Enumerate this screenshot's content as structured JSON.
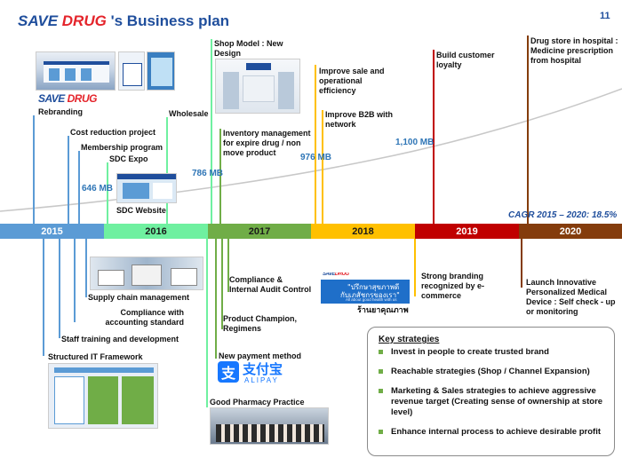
{
  "page": {
    "number": "11",
    "title_brand": "SAVE DRUG",
    "title_suffix": "'s Business plan",
    "caption_logo": "SAVE DRUG",
    "cagr": "CAGR 2015 – 2020: 18.5%"
  },
  "colors": {
    "brand_blue": "#1f4e9c",
    "brand_red": "#e4242b",
    "mb_blue": "#2e75b6",
    "y2015": "#5b9bd5",
    "y2016": "#6ff0a0",
    "y2017": "#70ad47",
    "y2018": "#ffc000",
    "y2019": "#c00000",
    "y2020": "#843c0c"
  },
  "years": [
    "2015",
    "2016",
    "2017",
    "2018",
    "2019",
    "2020"
  ],
  "revenue": [
    "646 MB",
    "786 MB",
    "976 MB",
    "1,100 MB"
  ],
  "top_labels": {
    "rebranding": "Rebranding",
    "cost_reduction": "Cost reduction project",
    "membership": "Membership program",
    "sdc_expo": "SDC Expo",
    "sdc_website": "SDC Website",
    "wholesale": "Wholesale",
    "shop_model": "Shop Model : New Design",
    "inventory": "Inventory management for expire drug / non move product",
    "improve_sale": "Improve sale and operational efficiency",
    "improve_b2b": "Improve B2B with network",
    "build_loyalty": "Build customer loyalty",
    "drug_store_hospital": "Drug store in hospital : Medicine prescription from hospital"
  },
  "bottom_labels": {
    "supply_chain": "Supply chain management",
    "compliance_accounting": "Compliance with accounting standard",
    "staff_training": "Staff training and development",
    "it_framework": "Structured IT Framework",
    "compliance_audit": "Compliance & Internal Audit Control",
    "product_champion": "Product Champion, Regimens",
    "payment_method": "New payment method",
    "good_pharmacy": "Good Pharmacy Practice",
    "strong_branding": "Strong branding recognized by e-commerce",
    "launch_device": "Launch Innovative Personalized Medical Device : Self check - up or monitoring"
  },
  "alipay": {
    "chinese": "支付宝",
    "latin": "ALIPAY"
  },
  "thai_banner": {
    "line1": "\"ปรึกษาสุขภาพดี",
    "line2": "กับเภสัชกรของเรา\"",
    "sub": "All about good health with us",
    "caption": "ร้านยาคุณภาพ"
  },
  "key_strategies": {
    "title": "Key strategies",
    "items": [
      "Invest in people to create trusted brand",
      "Reachable strategies  (Shop / Channel Expansion)",
      "Marketing & Sales strategies to achieve aggressive revenue target (Creating sense of ownership at store level)",
      "Enhance internal process to achieve desirable profit"
    ]
  }
}
